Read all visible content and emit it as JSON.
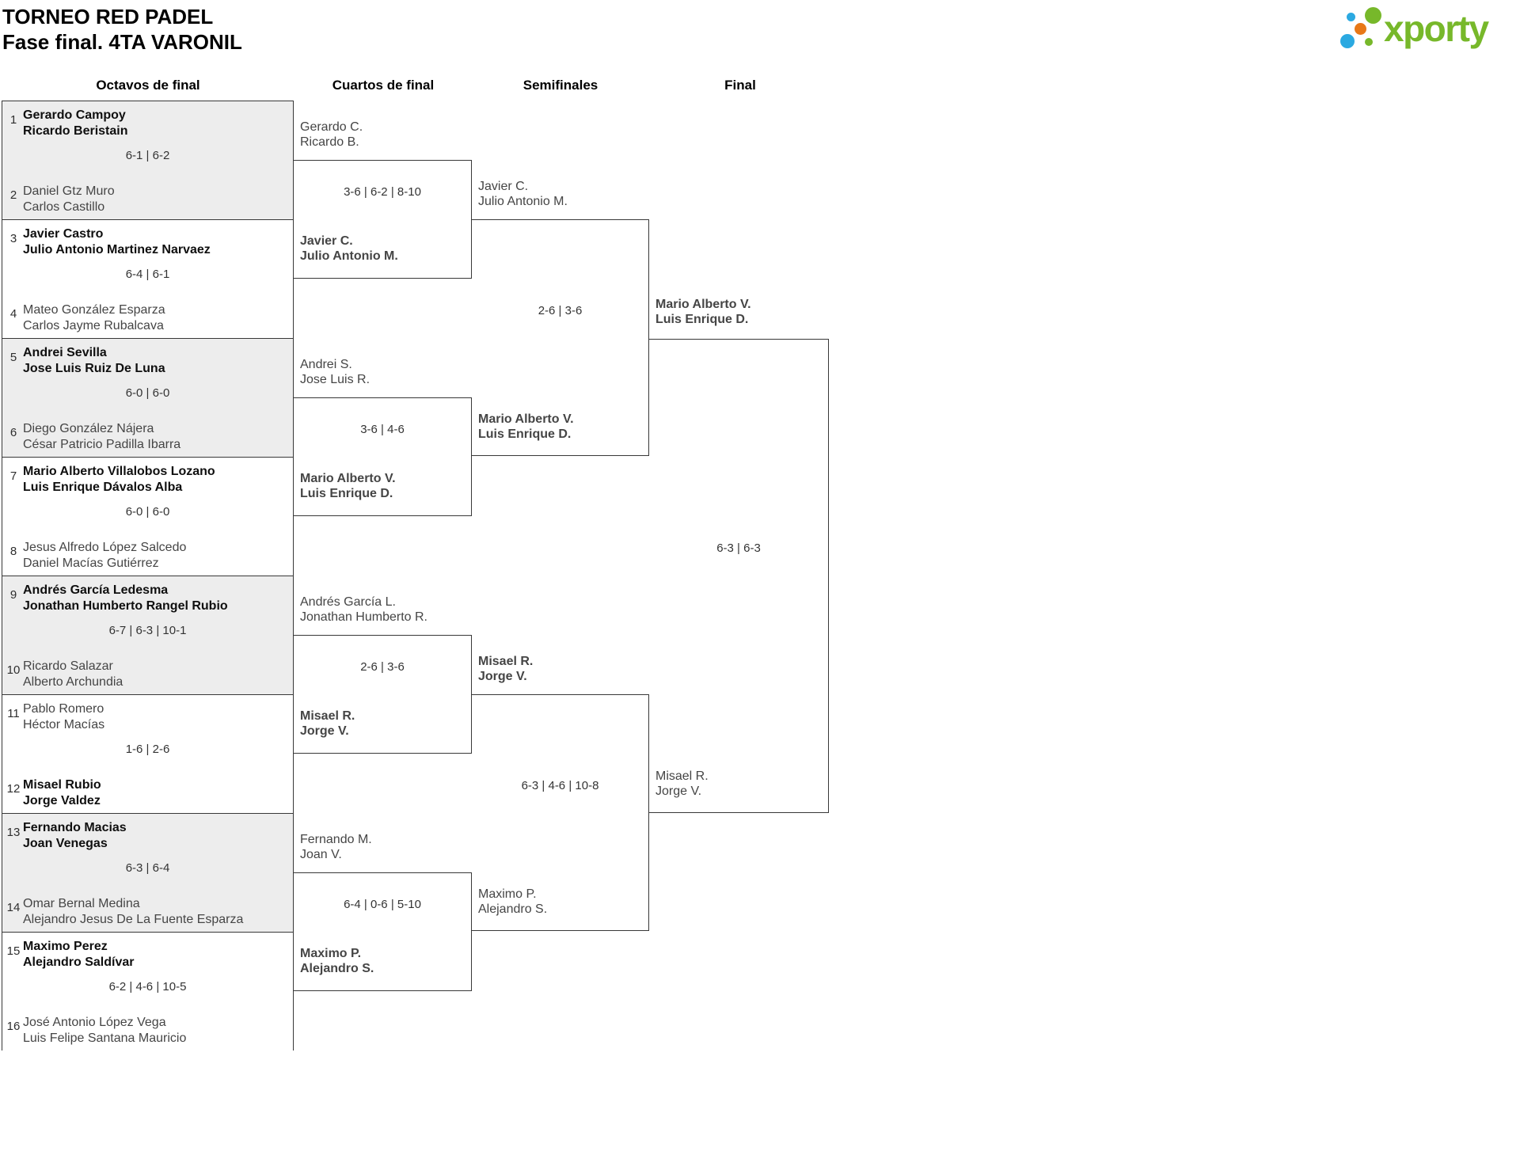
{
  "header": {
    "title_line1": "TORNEO RED PADEL",
    "title_line2": "Fase final. 4TA VARONIL",
    "logo": {
      "text": "xporty",
      "green": "#77b82a",
      "blue": "#2ba9e1",
      "orange": "#e87817"
    }
  },
  "columns": [
    "Octavos de final",
    "Cuartos de final",
    "Semifinales",
    "Final"
  ],
  "colors": {
    "line": "#383838",
    "shaded_row": "#ededed",
    "text": "#454545",
    "winner_text": "#0f0f0f"
  },
  "bracket": {
    "r16": [
      {
        "seed_top": "1",
        "top": [
          "Gerardo Campoy",
          "Ricardo Beristain"
        ],
        "score": "6-1 | 6-2",
        "seed_bottom": "2",
        "bottom": [
          "Daniel Gtz Muro",
          "Carlos Castillo"
        ],
        "winner": "top"
      },
      {
        "seed_top": "3",
        "top": [
          "Javier Castro",
          "Julio Antonio Martinez Narvaez"
        ],
        "score": "6-4 | 6-1",
        "seed_bottom": "4",
        "bottom": [
          "Mateo González Esparza",
          "Carlos Jayme Rubalcava"
        ],
        "winner": "top"
      },
      {
        "seed_top": "5",
        "top": [
          "Andrei Sevilla",
          "Jose Luis Ruiz De Luna"
        ],
        "score": "6-0 | 6-0",
        "seed_bottom": "6",
        "bottom": [
          "Diego González Nájera",
          "César Patricio Padilla Ibarra"
        ],
        "winner": "top"
      },
      {
        "seed_top": "7",
        "top": [
          "Mario Alberto Villalobos Lozano",
          "Luis Enrique Dávalos Alba"
        ],
        "score": "6-0 | 6-0",
        "seed_bottom": "8",
        "bottom": [
          "Jesus Alfredo López Salcedo",
          "Daniel Macías Gutiérrez"
        ],
        "winner": "top"
      },
      {
        "seed_top": "9",
        "top": [
          "Andrés García Ledesma",
          "Jonathan Humberto Rangel Rubio"
        ],
        "score": "6-7 | 6-3 | 10-1",
        "seed_bottom": "10",
        "bottom": [
          "Ricardo Salazar",
          "Alberto Archundia"
        ],
        "winner": "top"
      },
      {
        "seed_top": "11",
        "top": [
          "Pablo Romero",
          "Héctor Macías"
        ],
        "score": "1-6 | 2-6",
        "seed_bottom": "12",
        "bottom": [
          "Misael Rubio",
          "Jorge Valdez"
        ],
        "winner": "bottom"
      },
      {
        "seed_top": "13",
        "top": [
          "Fernando Macias",
          "Joan Venegas"
        ],
        "score": "6-3 | 6-4",
        "seed_bottom": "14",
        "bottom": [
          "Omar Bernal Medina",
          "Alejandro Jesus De La Fuente Esparza"
        ],
        "winner": "top"
      },
      {
        "seed_top": "15",
        "top": [
          "Maximo Perez",
          "Alejandro Saldívar"
        ],
        "score": "6-2 | 4-6 | 10-5",
        "seed_bottom": "16",
        "bottom": [
          "José Antonio López Vega",
          "Luis Felipe Santana Mauricio"
        ],
        "winner": "top"
      }
    ],
    "qf": [
      {
        "top": [
          "Gerardo C.",
          "Ricardo B."
        ],
        "score": "3-6 | 6-2 | 8-10",
        "bottom": [
          "Javier C.",
          "Julio Antonio M."
        ],
        "winner": "bottom"
      },
      {
        "top": [
          "Andrei S.",
          "Jose Luis R."
        ],
        "score": "3-6 | 4-6",
        "bottom": [
          "Mario Alberto V.",
          "Luis Enrique D."
        ],
        "winner": "bottom"
      },
      {
        "top": [
          "Andrés García L.",
          "Jonathan Humberto R."
        ],
        "score": "2-6 | 3-6",
        "bottom": [
          "Misael R.",
          "Jorge V."
        ],
        "winner": "bottom"
      },
      {
        "top": [
          "Fernando M.",
          "Joan V."
        ],
        "score": "6-4 | 0-6 | 5-10",
        "bottom": [
          "Maximo P.",
          "Alejandro S."
        ],
        "winner": "bottom"
      }
    ],
    "sf": [
      {
        "top": [
          "Javier C.",
          "Julio Antonio M."
        ],
        "score": "2-6 | 3-6",
        "bottom": [
          "Mario Alberto V.",
          "Luis Enrique D."
        ],
        "winner": "bottom"
      },
      {
        "top": [
          "Misael R.",
          "Jorge V."
        ],
        "score": "6-3 | 4-6 | 10-8",
        "bottom": [
          "Maximo P.",
          "Alejandro S."
        ],
        "winner": "top"
      }
    ],
    "final": {
      "top": [
        "Mario Alberto V.",
        "Luis Enrique D."
      ],
      "score": "6-3 | 6-3",
      "bottom": [
        "Misael R.",
        "Jorge V."
      ],
      "winner": "top"
    }
  }
}
